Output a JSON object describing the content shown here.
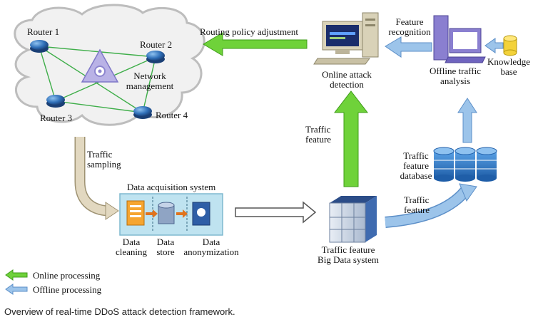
{
  "diagram": {
    "routers": [
      "Router 1",
      "Router 2",
      "Router 3",
      "Router 4"
    ],
    "network_management": [
      "Network",
      "management"
    ],
    "routing_policy": "Routing policy adjustment",
    "online_detection": [
      "Online attack",
      "detection"
    ],
    "feature_recognition": [
      "Feature",
      "recognition"
    ],
    "offline_analysis": [
      "Offline traffic",
      "analysis"
    ],
    "knowledge_base": [
      "Knowledge",
      "base"
    ],
    "traffic_sampling": [
      "Traffic",
      "sampling"
    ],
    "data_acquisition": "Data acquisition system",
    "acq_steps": [
      [
        "Data",
        "cleaning"
      ],
      [
        "Data",
        "store"
      ],
      [
        "Data",
        "anonymization"
      ]
    ],
    "traffic_feature_up": [
      "Traffic",
      "feature"
    ],
    "feature_database": [
      "Traffic",
      "feature",
      "database"
    ],
    "traffic_feature_right": [
      "Traffic",
      "feature"
    ],
    "bigdata": [
      "Traffic feature",
      "Big Data system"
    ]
  },
  "legend": {
    "online": "Online processing",
    "offline": "Offline processing"
  },
  "colors": {
    "green_arrow": "#6fd23a",
    "blue_arrow": "#9cc4ea",
    "tan_arrow": "#d9cdb4",
    "cloud": "#f1f1f1",
    "router": "#2f6fb8",
    "db": "#3a78c2",
    "acq_box": "#bfe3f0"
  },
  "caption": "Overview of real-time DDoS attack detection framework."
}
